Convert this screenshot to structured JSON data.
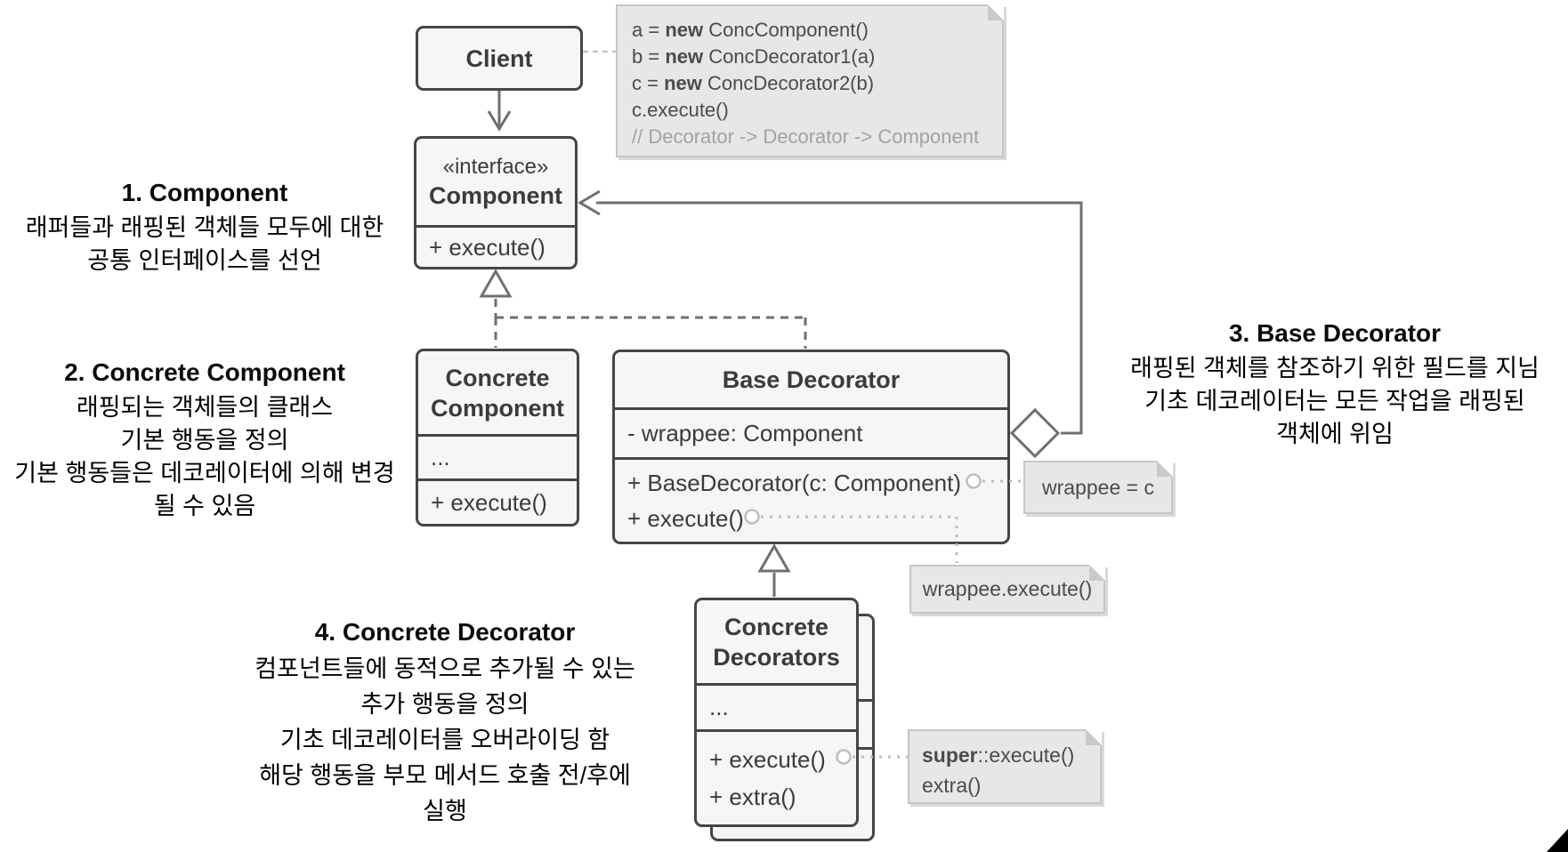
{
  "classes": {
    "client": {
      "name": "Client"
    },
    "component": {
      "stereotype": "«interface»",
      "name": "Component",
      "m1": "+ execute()"
    },
    "concrete_component": {
      "name_line1": "Concrete",
      "name_line2": "Component",
      "ellipsis": "...",
      "m1": "+ execute()"
    },
    "base_decorator": {
      "name": "Base Decorator",
      "f1": "- wrappee: Component",
      "m1": "+ BaseDecorator(c: Component)",
      "m2": "+ execute()"
    },
    "concrete_decorators": {
      "name_line1": "Concrete",
      "name_line2": "Decorators",
      "ellipsis": "...",
      "m1": "+ execute()",
      "m2": "+ extra()"
    }
  },
  "notes": {
    "client_code": {
      "l1_pre": "a = ",
      "l1_kw": "new",
      "l1_post": " ConcComponent()",
      "l2_pre": "b = ",
      "l2_kw": "new",
      "l2_post": " ConcDecorator1(a)",
      "l3_pre": "c = ",
      "l3_kw": "new",
      "l3_post": " ConcDecorator2(b)",
      "l4": "c.execute()",
      "l5": "// Decorator -> Decorator -> Component"
    },
    "wrappee_assign": {
      "text": "wrappee = c"
    },
    "wrappee_execute": {
      "text": "wrappee.execute()"
    },
    "super_call": {
      "l1_kw": "super",
      "l1_post": "::execute()",
      "l2": "extra()"
    }
  },
  "annotations": {
    "a1": {
      "title": "1. Component",
      "line1": "래퍼들과 래핑된 객체들 모두에 대한",
      "line2": "공통 인터페이스를 선언"
    },
    "a2": {
      "title": "2. Concrete Component",
      "line1": "래핑되는 객체들의 클래스",
      "line2": "기본 행동을 정의",
      "line3": "기본 행동들은 데코레이터에 의해 변경",
      "line4": "될 수 있음"
    },
    "a3": {
      "title": "3. Base Decorator",
      "line1": "래핑된 객체를 참조하기 위한 필드를 지님",
      "line2": "기초 데코레이터는 모든 작업을 래핑된",
      "line3": "객체에 위임"
    },
    "a4": {
      "title": "4. Concrete Decorator",
      "line1": "컴포넌트들에 동적으로 추가될 수 있는",
      "line2": "추가 행동을 정의",
      "line3": "기초 데코레이터를 오버라이딩 함",
      "line4": "해당 행동을 부모 메서드 호출 전/후에",
      "line5": "실행"
    }
  },
  "colors": {
    "box_border": "#454545",
    "box_fill": "#f6f6f6",
    "note_fill": "#e7e7e7",
    "note_border": "#c6c6c6",
    "line_gray": "#6f6f6f",
    "note_line_gray": "#bdbdbd",
    "text_dark": "#3b3b3b",
    "comment_gray": "#a2a2a2"
  }
}
